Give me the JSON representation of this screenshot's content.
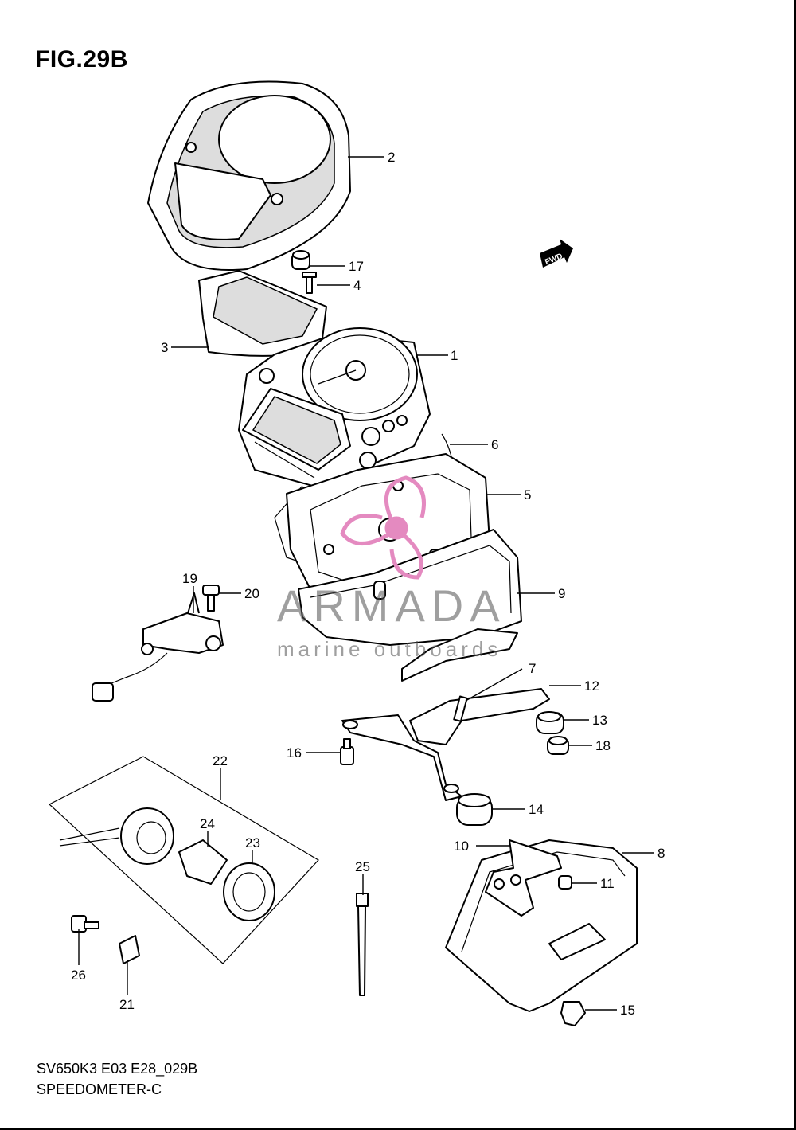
{
  "figure": {
    "title": "FIG.29B",
    "model_code": "SV650K3 E03 E28_029B",
    "assembly_name": "SPEEDOMETER-C"
  },
  "direction_badge": "FWD",
  "watermark": {
    "brand": "ARMADA",
    "tagline": "marine outboards"
  },
  "callouts": [
    "1",
    "2",
    "3",
    "4",
    "5",
    "6",
    "7",
    "8",
    "9",
    "10",
    "11",
    "12",
    "13",
    "14",
    "15",
    "16",
    "17",
    "18",
    "19",
    "20",
    "21",
    "22",
    "23",
    "24",
    "25",
    "26"
  ],
  "colors": {
    "line": "#000000",
    "watermark_gray": "#505050",
    "logo_pink": "#e48ac0"
  }
}
